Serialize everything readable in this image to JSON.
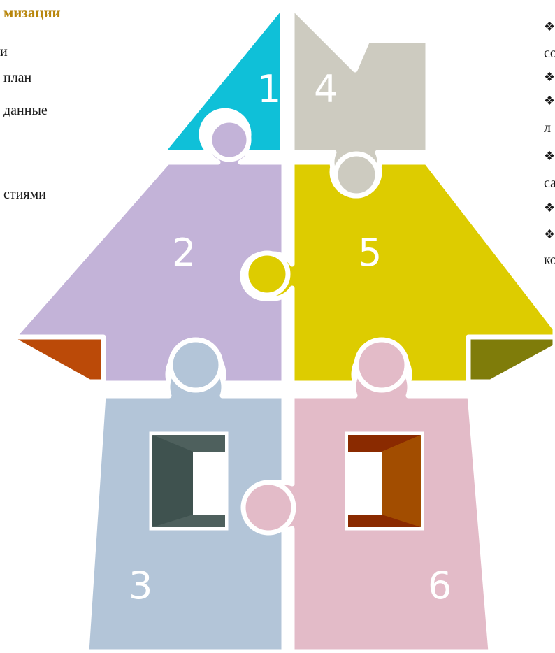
{
  "left_text": {
    "heading": "мизации",
    "lines": [
      "и",
      "план",
      "данные",
      "стиями"
    ]
  },
  "right_text": {
    "bullet_symbol": "❖",
    "lines": [
      "со",
      "л",
      "са",
      "ко"
    ]
  },
  "pieces": [
    {
      "label": "1",
      "color": "#0fc0d8"
    },
    {
      "label": "2",
      "color": "#c3b3d8"
    },
    {
      "label": "3",
      "color": "#b3c5d8"
    },
    {
      "label": "4",
      "color": "#cdcbc0"
    },
    {
      "label": "5",
      "color": "#ddcc00"
    },
    {
      "label": "6",
      "color": "#e3bbc8"
    }
  ],
  "eave_colors": {
    "left": "#bb4a08",
    "right": "#7f7c0a"
  },
  "window_colors": {
    "left_frame": "#3f524f",
    "left_frame_light": "#4e605d",
    "right_frame": "#a24d00",
    "right_frame_dark": "#8a2a00"
  }
}
